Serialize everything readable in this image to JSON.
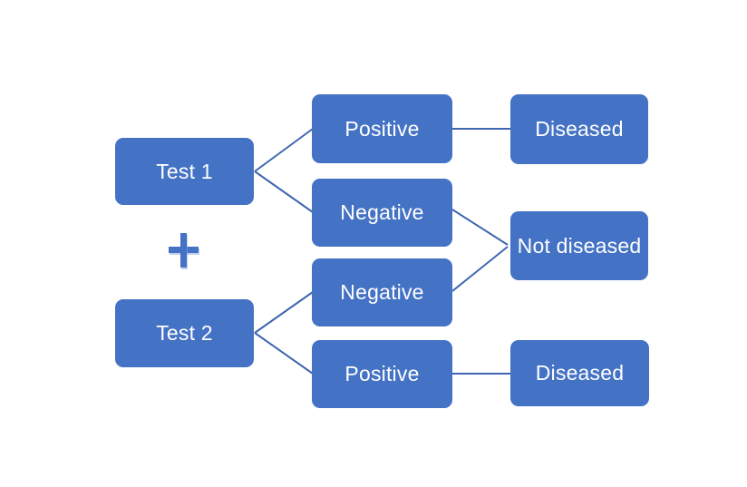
{
  "diagram": {
    "columns": {
      "tests": [
        {
          "label": "Test 1"
        },
        {
          "label": "Test 2"
        }
      ],
      "results": [
        {
          "label": "Positive"
        },
        {
          "label": "Negative"
        },
        {
          "label": "Negative"
        },
        {
          "label": "Positive"
        }
      ],
      "outcomes": [
        {
          "label": "Diseased"
        },
        {
          "label": "Not diseased"
        },
        {
          "label": "Diseased"
        }
      ]
    },
    "icons": {
      "plus_icon": "+"
    },
    "edges": [
      {
        "from": "Test 1",
        "to": "Positive"
      },
      {
        "from": "Test 1",
        "to": "Negative"
      },
      {
        "from": "Positive (Test 1)",
        "to": "Diseased"
      },
      {
        "from": "Negative (Test 1)",
        "to": "Not diseased"
      },
      {
        "from": "Negative (Test 2)",
        "to": "Not diseased"
      },
      {
        "from": "Test 2",
        "to": "Negative"
      },
      {
        "from": "Test 2",
        "to": "Positive"
      },
      {
        "from": "Positive (Test 2)",
        "to": "Diseased"
      }
    ],
    "colors": {
      "node_fill": "#4472C4",
      "node_text": "#FFFFFF",
      "connector": "#3E66B0",
      "plus": "#4472C4",
      "background": "#FFFFFF"
    }
  }
}
